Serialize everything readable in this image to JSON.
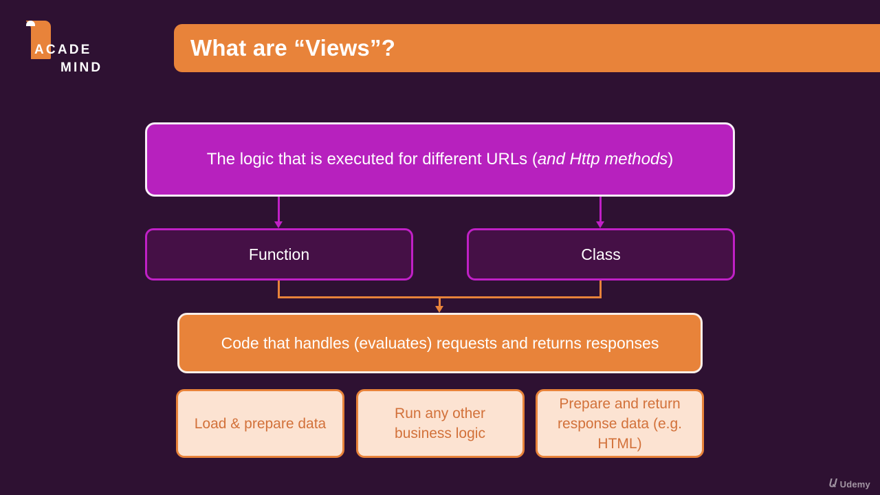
{
  "slide": {
    "background_color": "#2e1132",
    "accent_orange": "#e8833a",
    "accent_magenta": "#b721be",
    "branch_fill": "#451046",
    "card_fill": "#fce3d2",
    "card_text_color": "#d2713a"
  },
  "logo": {
    "line1": "ACADE",
    "line2": "MIND",
    "mark": "bookmark-flag-mark"
  },
  "header": {
    "title": "What are “Views”?"
  },
  "definition": {
    "text_before": "The logic that is executed for different URLs (",
    "text_italic": "and Http methods",
    "text_after": ")"
  },
  "branches": [
    {
      "label": "Function"
    },
    {
      "label": "Class"
    }
  ],
  "summary": {
    "label": "Code that handles (evaluates) requests and returns responses"
  },
  "cards": [
    {
      "label": "Load & prepare data"
    },
    {
      "label": "Run any other business logic"
    },
    {
      "label": "Prepare and return response data (e.g. HTML)"
    }
  ],
  "watermark": {
    "glyph": "Ա",
    "text": "Udemy"
  }
}
